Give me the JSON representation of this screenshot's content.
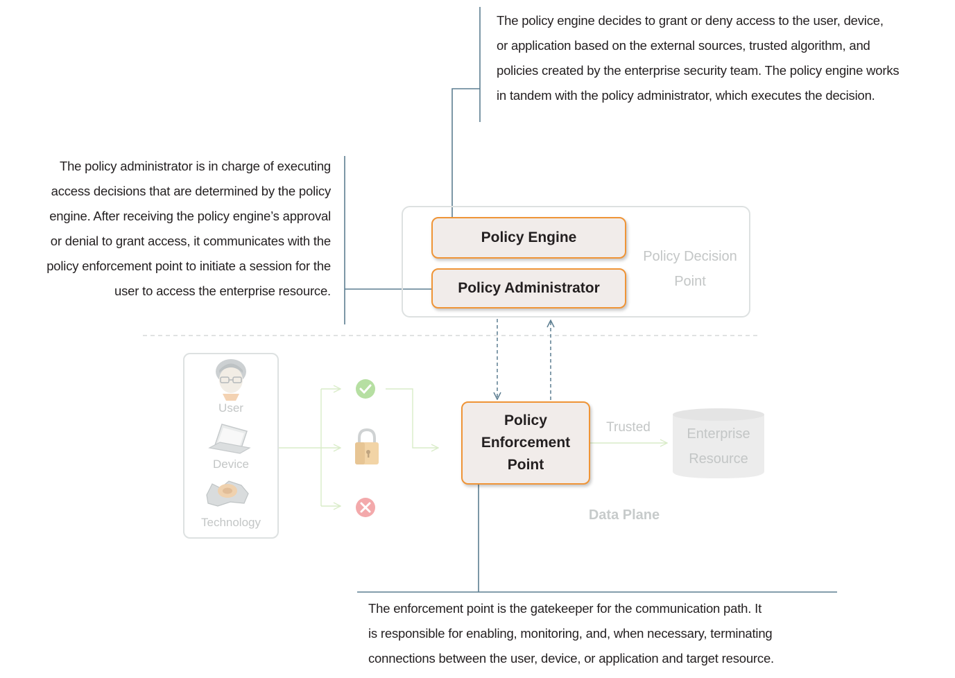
{
  "annotations": {
    "policy_engine": [
      "The policy engine decides to grant or deny access to the user, device,",
      "or application based on the external sources, trusted algorithm, and",
      "policies created by the enterprise security team. The policy engine works",
      "in tandem with the policy administrator, which executes the decision."
    ],
    "policy_administrator": [
      "The policy administrator is in charge of executing",
      "access decisions that are determined by the policy",
      "engine. After receiving the policy engine’s approval",
      "or denial to grant access, it communicates with the",
      "policy enforcement point to initiate a session for the",
      "user to access the enterprise resource."
    ],
    "enforcement_point": [
      "The enforcement point is the gatekeeper for the communication path. It",
      "is responsible for enabling, monitoring, and, when necessary, terminating",
      "connections between the user, device, or application and target resource."
    ]
  },
  "boxes": {
    "policy_engine": "Policy Engine",
    "policy_administrator": "Policy Administrator",
    "policy_enforcement_point": [
      "Policy",
      "Enforcement",
      "Point"
    ]
  },
  "policy_decision_point": [
    "Policy Decision",
    "Point"
  ],
  "actors": {
    "user": "User",
    "device": "Device",
    "technology": "Technology"
  },
  "trusted_label": "Trusted",
  "enterprise_resource": [
    "Enterprise",
    "Resource"
  ],
  "data_plane_label": "Data Plane",
  "colors": {
    "box_border": "#ef9436",
    "box_fill": "#f1ecea",
    "connector": "#5b7d90",
    "faint_green": "#d9ecc8",
    "faint_gray": "#c3c6c6",
    "check_green": "#b6dfa2",
    "deny_red": "#f3a9ab"
  },
  "icons": {
    "user": "user-icon",
    "device": "laptop-icon",
    "technology": "gear-icon",
    "approve": "check-circle-icon",
    "lock": "padlock-icon",
    "deny": "x-circle-icon",
    "resource": "database-icon"
  }
}
